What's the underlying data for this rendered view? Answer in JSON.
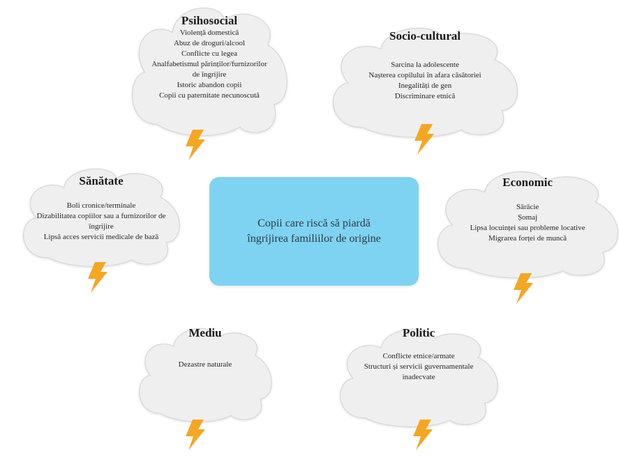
{
  "diagram": {
    "center": {
      "label": "Copii care riscă să piardă îngrijirea familiilor de origine",
      "fill": "#7fd3f2"
    },
    "colors": {
      "cloud_fill": "#efefef",
      "cloud_stroke": "#d6d6d6",
      "bolt_fill": "#f5a623"
    },
    "icons": {
      "cloud": "cloud-icon",
      "bolt": "lightning-bolt-icon"
    },
    "clouds": [
      {
        "key": "psihosocial",
        "title": "Psihosocial",
        "items": [
          "Violență domestică",
          "Abuz de droguri/alcool",
          "Conflicte cu legea",
          "Analfabetismul părinților/furnizorilor de îngrijire",
          "Istoric abandon copii",
          "Copii cu paternitate necunoscută"
        ]
      },
      {
        "key": "socio-cultural",
        "title": "Socio-cultural",
        "items": [
          "Sarcina la adolescente",
          "Nașterea copilului în afara căsătoriei",
          "Inegalități de gen",
          "Discriminare etnică"
        ]
      },
      {
        "key": "sanatate",
        "title": "Sănătate",
        "items": [
          "Boli cronice/terminale",
          "Dizabilitatea copiilor sau a furnizorilor de îngrijire",
          "Lipsă acces servicii medicale de bază"
        ]
      },
      {
        "key": "economic",
        "title": "Economic",
        "items": [
          "Sărăcie",
          "Șomaj",
          "Lipsa locuinței sau probleme locative",
          "Migrarea forței de muncă"
        ]
      },
      {
        "key": "mediu",
        "title": "Mediu",
        "items": [
          "Dezastre naturale"
        ]
      },
      {
        "key": "politic",
        "title": "Politic",
        "items": [
          "Conflicte etnice/armate",
          "Structuri și servicii guvernamentale inadecvate"
        ]
      }
    ]
  }
}
